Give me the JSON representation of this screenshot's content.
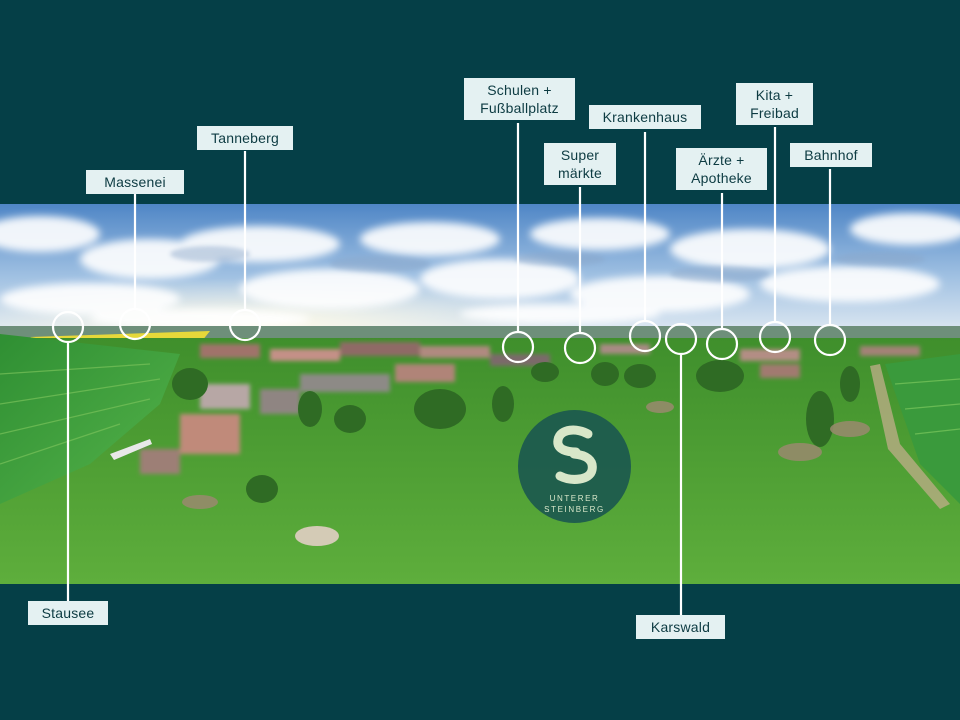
{
  "scene": {
    "description_colors": {
      "frame": "#053f47",
      "label_bg": "#e4f1f2",
      "label_text": "#0d3b42",
      "marker": "#ffffff",
      "logo_bg": "#195550",
      "logo_mark": "#d8e7c9"
    }
  },
  "labels": [
    {
      "id": "stausee",
      "text": "Stausee"
    },
    {
      "id": "massenei",
      "text": "Massenei"
    },
    {
      "id": "tanneberg",
      "text": "Tanneberg"
    },
    {
      "id": "schulen",
      "text": "Schulen +\nFußballplatz"
    },
    {
      "id": "supermaerkte",
      "text": "Super\nmärkte"
    },
    {
      "id": "krankenhaus",
      "text": "Krankenhaus"
    },
    {
      "id": "karswald",
      "text": "Karswald"
    },
    {
      "id": "aerzte",
      "text": "Ärzte +\nApotheke"
    },
    {
      "id": "kita",
      "text": "Kita +\nFreibad"
    },
    {
      "id": "bahnhof",
      "text": "Bahnhof"
    }
  ],
  "logo": {
    "line1": "UNTERER",
    "line2": "STEINBERG",
    "icon": "stylized-s-logo-icon"
  }
}
